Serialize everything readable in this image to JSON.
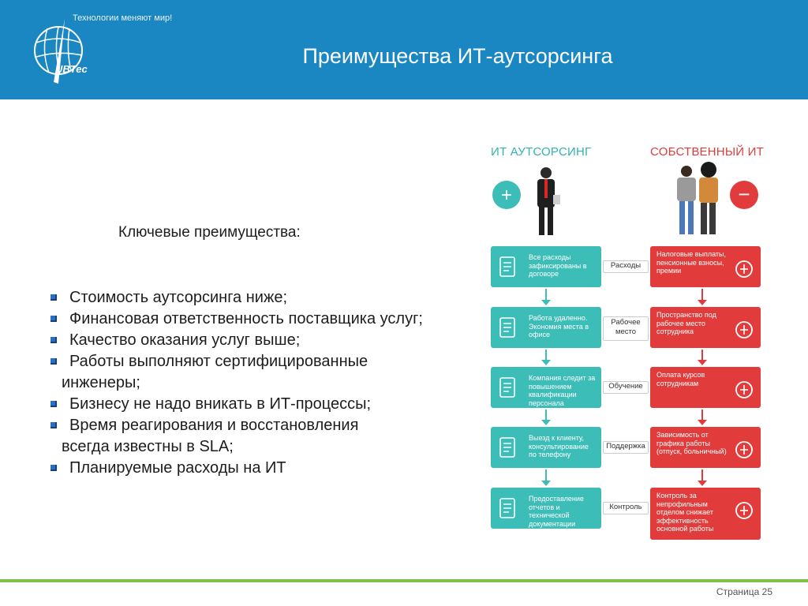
{
  "header": {
    "tagline": "Технологии меняют мир!",
    "brand": "UBTec",
    "title": "Преимущества ИТ-аутсорсинга",
    "bg_color": "#1a87c2"
  },
  "main": {
    "subtitle": "Ключевые преимущества:",
    "bullets": [
      {
        "line1": "Стоимость аутсорсинга ниже;"
      },
      {
        "line1": "Финансовая ответственность поставщика услуг;"
      },
      {
        "line1": "Качество оказания услуг выше;"
      },
      {
        "line1": "Работы выполняют сертифицированные",
        "line2": "инженеры;"
      },
      {
        "line1": "Бизнесу не надо вникать в ИТ-процессы;"
      },
      {
        "line1": "Время реагирования и восстановления",
        "line2": "всегда известны в SLA;"
      },
      {
        "line1": "Планируемые расходы на ИТ"
      }
    ]
  },
  "infographic": {
    "left_title": "ИТ АУТСОРСИНГ",
    "right_title": "СОБСТВЕННЫЙ ИТ",
    "plus_sign": "+",
    "minus_sign": "−",
    "teal_color": "#3dbdb7",
    "red_color": "#e23b3b",
    "rows": [
      {
        "left": "Все расходы зафиксированы в договоре",
        "center": "Расходы",
        "right": "Налоговые выплаты, пенсионные взносы, премии"
      },
      {
        "left": "Работа удаленно. Экономия места в офисе",
        "center": "Рабочее место",
        "right": "Пространство под рабочее место сотрудника"
      },
      {
        "left": "Компания следит за повышением квалификации персонала",
        "center": "Обучение",
        "right": "Оплата курсов сотрудникам"
      },
      {
        "left": "Выезд к клиенту, консультирование по телефону",
        "center": "Поддержка",
        "right": "Зависимость от графика работы (отпуск, больничный)"
      },
      {
        "left": "Предоставление отчетов и технической документации",
        "center": "Контроль",
        "right": "Контроль за непрофильным отделом снижает эффективность основной работы"
      }
    ]
  },
  "footer": {
    "page": "Страница 25",
    "line_color": "#7cc243"
  }
}
